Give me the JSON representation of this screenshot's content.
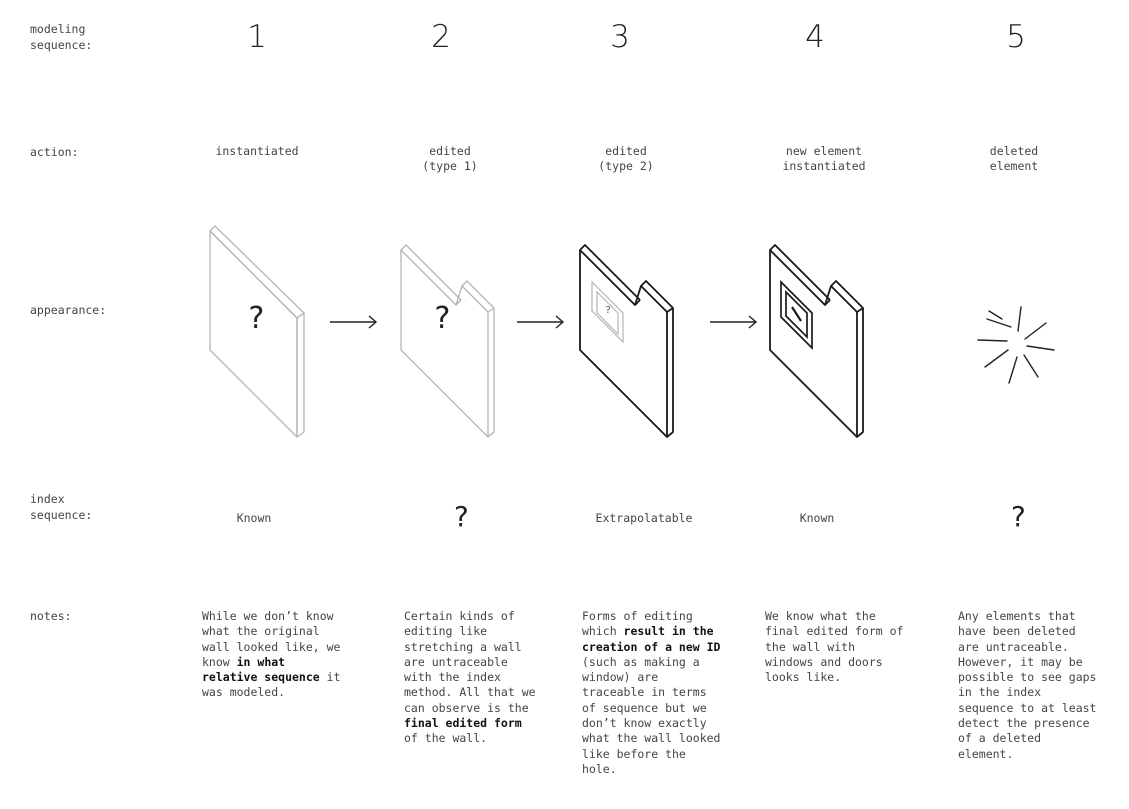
{
  "row_labels": {
    "modeling_sequence": "modeling\nsequence:",
    "action": "action:",
    "appearance": "appearance:",
    "index_sequence": "index\nsequence:",
    "notes": "notes:"
  },
  "columns": [
    {
      "number": "1",
      "action": "instantiated",
      "index": "Known",
      "wall_question": "?",
      "note": [
        {
          "t": "While we don’t know what the original wall looked like, we know "
        },
        {
          "t": "in what relative sequence",
          "b": true
        },
        {
          "t": " it was modeled."
        }
      ]
    },
    {
      "number": "2",
      "action": "edited\n(type 1)",
      "index": "?",
      "wall_question": "?",
      "note": [
        {
          "t": "Certain kinds of editing like stretching a wall are untraceable with the index method. All that we can observe is the "
        },
        {
          "t": "final edited form",
          "b": true
        },
        {
          "t": " of the wall."
        }
      ]
    },
    {
      "number": "3",
      "action": "edited\n(type 2)",
      "index": "Extrapolatable",
      "window_question": "?",
      "note": [
        {
          "t": "Forms of editing which "
        },
        {
          "t": "result in the creation of a new ID",
          "b": true
        },
        {
          "t": " (such as making a window) are traceable in terms of sequence but we don’t know exactly what the wall looked like before the hole."
        }
      ]
    },
    {
      "number": "4",
      "action": "new element\ninstantiated",
      "index": "Known",
      "note": [
        {
          "t": "We know what the final edited form of the wall with windows and doors looks like."
        }
      ]
    },
    {
      "number": "5",
      "action": "deleted\nelement",
      "index": "?",
      "note": [
        {
          "t": "Any elements that have been deleted are untraceable. However, it may be possible to see gaps in the index sequence to at least detect the presence of a deleted element."
        }
      ]
    }
  ],
  "colors": {
    "faded_wall": "#b5b5b5",
    "solid_wall": "#1a1a1a",
    "arrow": "#222222"
  },
  "icons": [
    "right-arrow-icon",
    "burst-icon",
    "window-icon"
  ]
}
